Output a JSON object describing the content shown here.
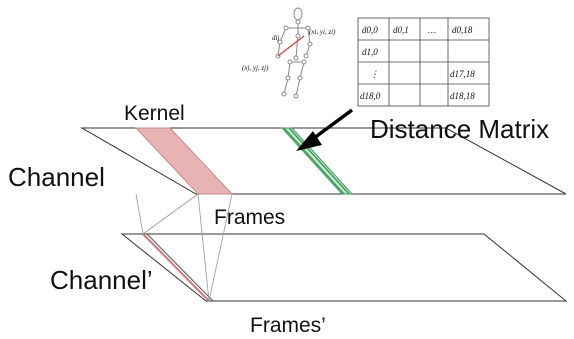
{
  "labels": {
    "kernel": "Kernel",
    "channel": "Channel",
    "frames": "Frames",
    "channel_prime": "Channel’",
    "frames_prime": "Frames’",
    "distance_matrix": "Distance Matrix"
  },
  "skeleton": {
    "point_i": "(xi, yi, zi)",
    "point_j": "(xj, yj, zj)",
    "distance": "dij"
  },
  "matrix": {
    "rows": [
      [
        "d0,0",
        "d0,1",
        "…",
        "d0,18"
      ],
      [
        "d1,0",
        "",
        "",
        ""
      ],
      [
        "⋮",
        "",
        "",
        "d17,18"
      ],
      [
        "d18,0",
        "",
        "",
        "d18,18"
      ]
    ]
  },
  "colors": {
    "kernel_fill": "#e8b3b3",
    "kernel_stroke": "#c98a8a",
    "green_band": "#4caf6a",
    "red_line": "#c97a7a",
    "skeleton_bones": "#9a9a9a",
    "skeleton_link": "#d04040"
  }
}
